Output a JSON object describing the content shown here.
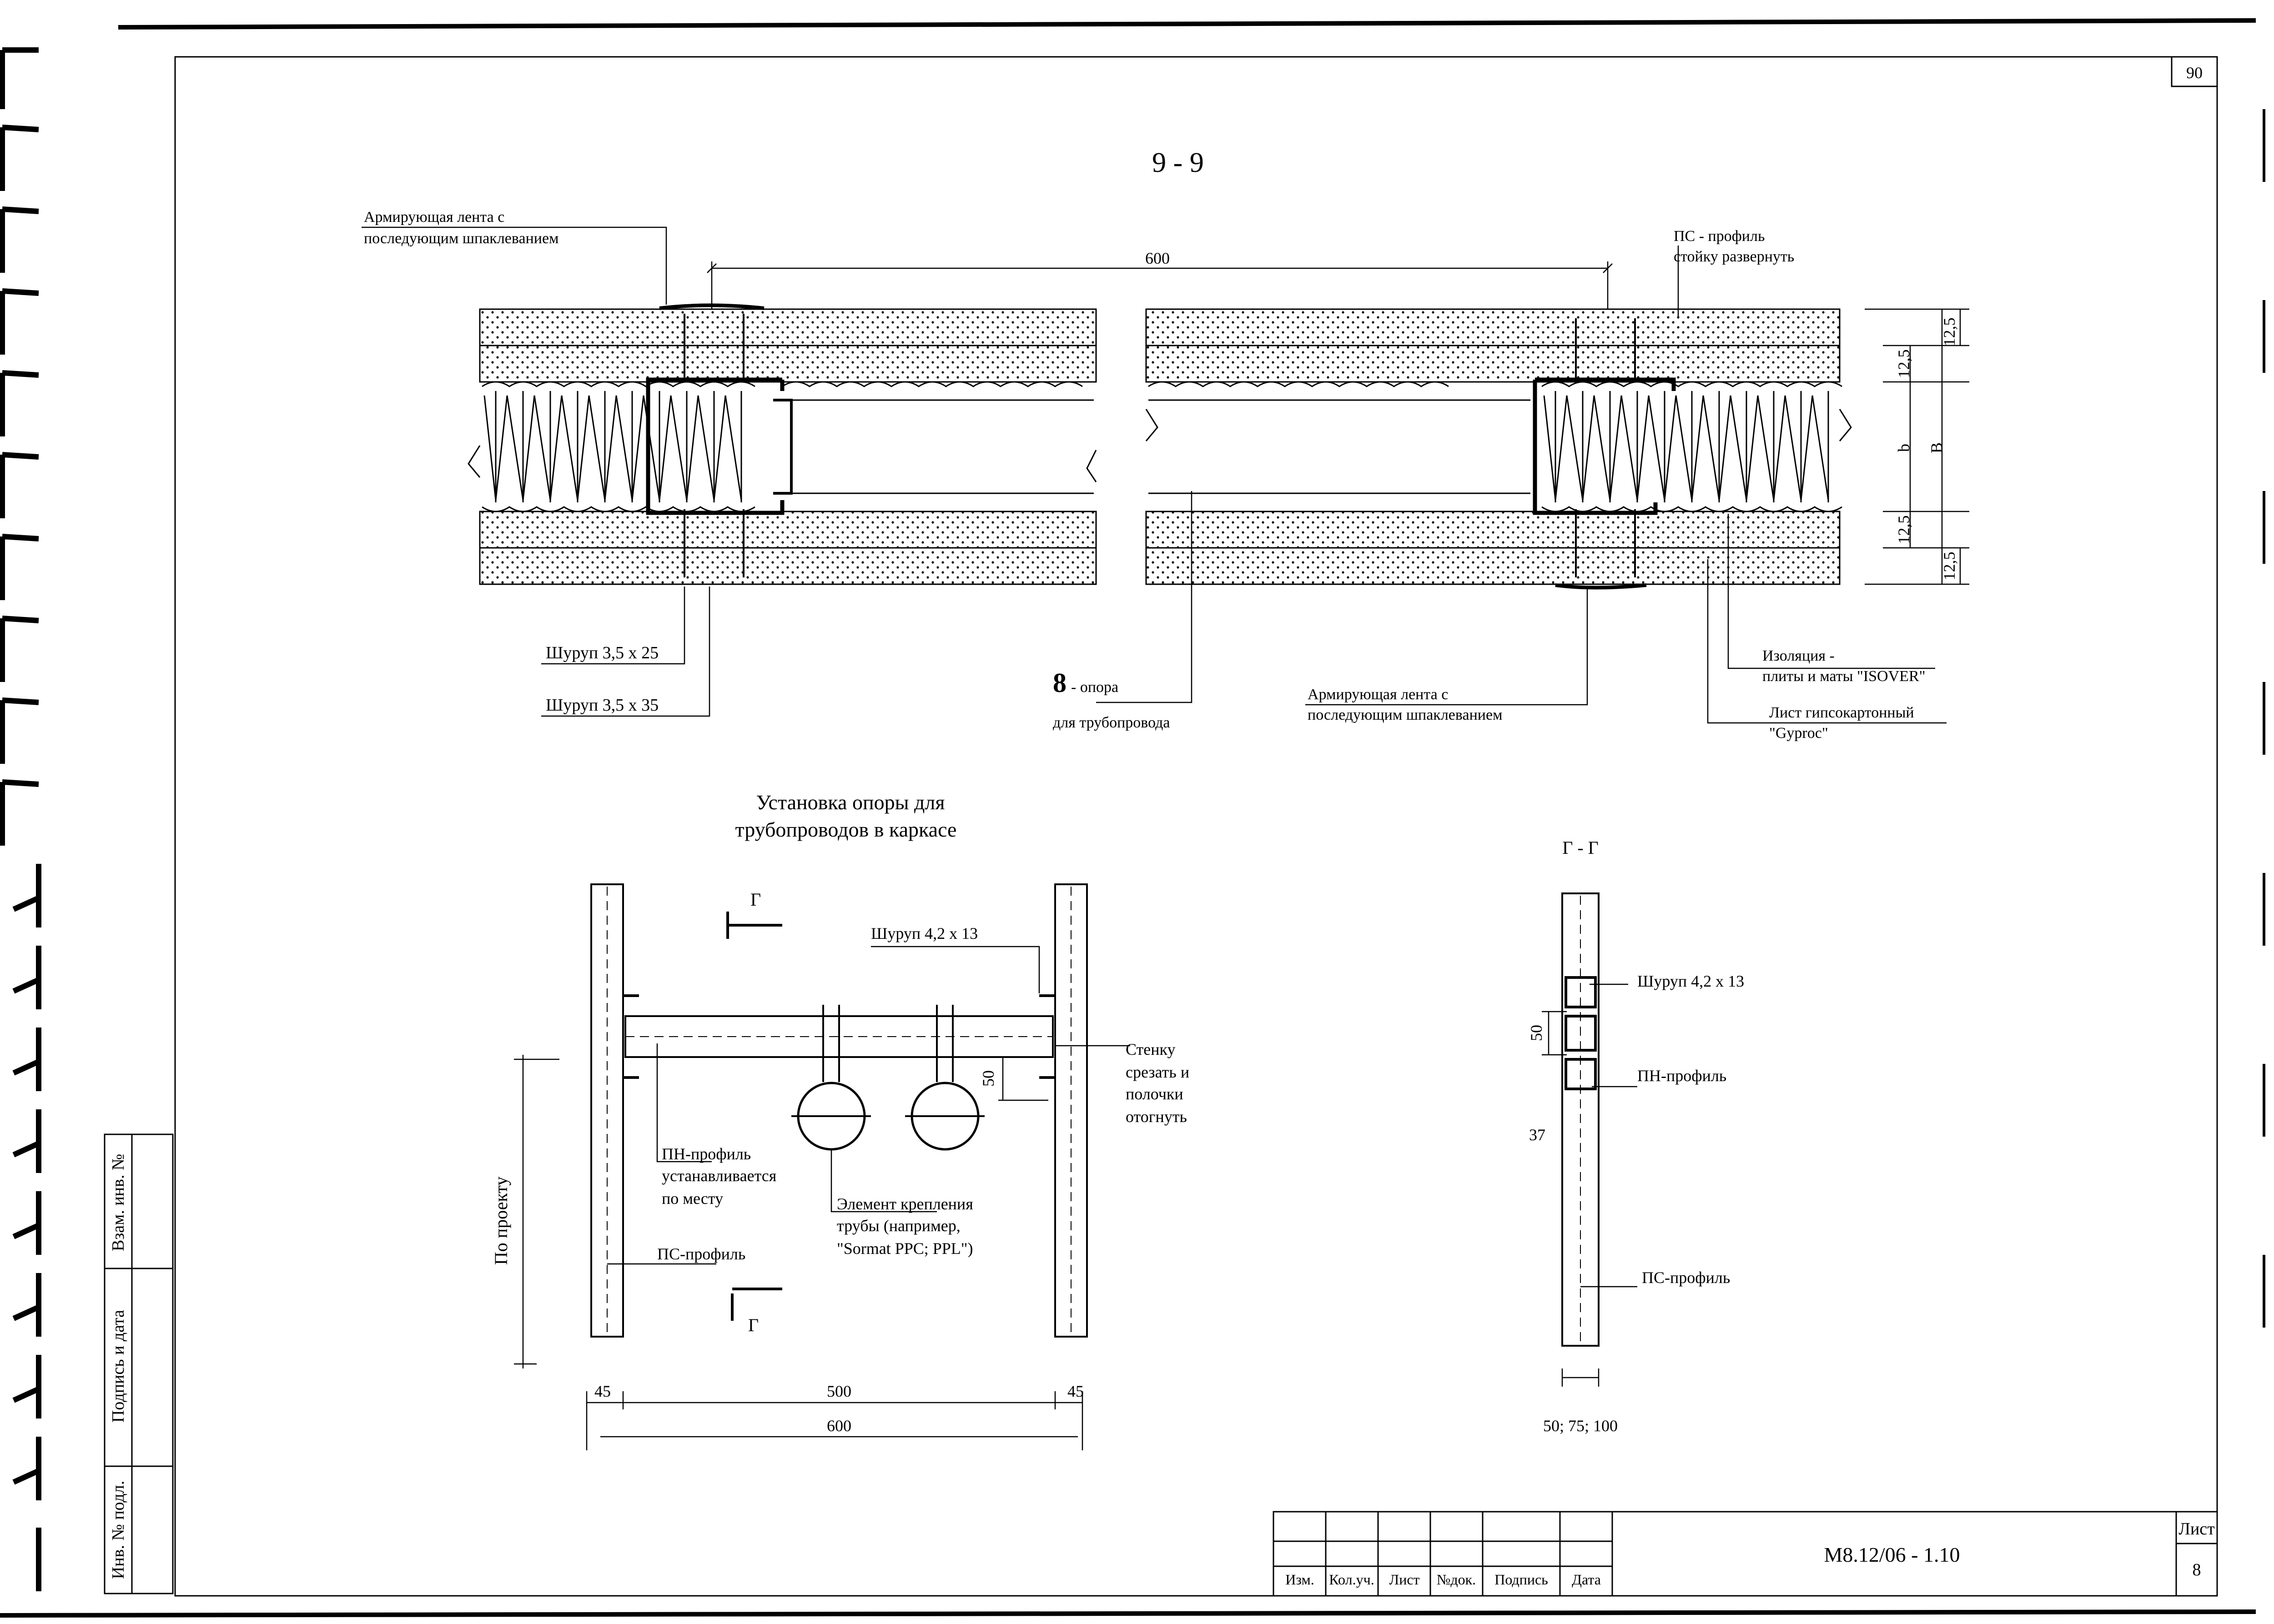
{
  "page_number": "90",
  "section_title": "9 - 9",
  "dims": {
    "top_span": "600",
    "layer_top_a": "12,5",
    "layer_top_b": "12,5",
    "cavity_b": "b",
    "total_B": "B",
    "layer_bot_a": "12,5",
    "layer_bot_b": "12,5",
    "cut_50": "50",
    "flange_45_left": "45",
    "span_500": "500",
    "flange_45_right": "45",
    "span_600": "600",
    "gg_50": "50",
    "gg_37": "37",
    "gg_width": "50; 75; 100"
  },
  "section_labels": {
    "tape_top_1": "Армирующая лента с",
    "tape_top_2": "последующим шпаклеванием",
    "ps_top_1": "ПС - профиль",
    "ps_top_2": "стойку развернуть",
    "screw_25": "Шуруп 3,5 х 25",
    "screw_35": "Шуруп 3,5 х 35",
    "support_num": "8",
    "support_1": "- опора",
    "support_2": "для трубопровода",
    "tape_bot_1": "Армирующая лента с",
    "tape_bot_2": "последующим шпаклеванием",
    "iso_1": "Изоляция -",
    "iso_2": "плиты и маты \"ISOVER\"",
    "gkl_1": "Лист гипсокартонный",
    "gkl_2": "\"Gyproc\""
  },
  "install": {
    "title_1": "Установка опоры для",
    "title_2": "трубопроводов в каркасе",
    "cut_mark_top": "Г",
    "cut_mark_bot": "Г",
    "screw_42": "Шуруп 4,2 х 13",
    "wall_1": "Стенку",
    "wall_2": "срезать и",
    "wall_3": "полочки",
    "wall_4": "отогнуть",
    "pn_1": "ПН-профиль",
    "pn_2": "устанавливается",
    "pn_3": "по месту",
    "elem_1": "Элемент крепления",
    "elem_2": "трубы (например,",
    "elem_3": "\"Sormat PPC; PPL\")",
    "ps": "ПС-профиль",
    "by_project": "По проекту"
  },
  "gg": {
    "title": "Г - Г",
    "screw": "Шуруп 4,2 х 13",
    "pn": "ПН-профиль",
    "ps": "ПС-профиль"
  },
  "side_stamp": [
    "Взам. инв. №",
    "Подпись и дата",
    "Инв. № подл."
  ],
  "title_block": {
    "columns": [
      "Изм.",
      "Кол.уч.",
      "Лист",
      "№док.",
      "Подпись",
      "Дата"
    ],
    "doc_code": "М8.12/06 - 1.10",
    "sheet_label": "Лист",
    "sheet_number": "8"
  }
}
